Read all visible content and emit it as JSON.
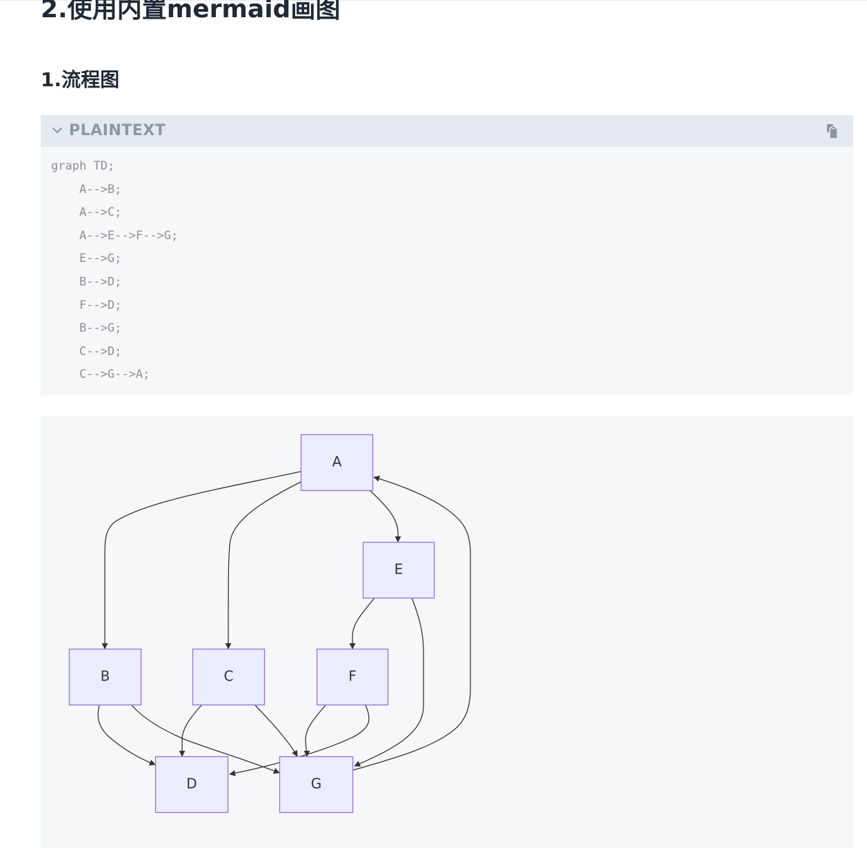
{
  "h2_title": "2.使用内置mermaid画图",
  "h3_title": "1.流程图",
  "code_block": {
    "language_label": "PLAINTEXT",
    "chevron_icon": "chevron-down-icon",
    "copy_icon": "clipboard-copy-icon",
    "lines": [
      "graph TD;",
      "    A-->B;",
      "    A-->C;",
      "    A-->E-->F-->G;",
      "    E-->G;",
      "    B-->D;",
      "    F-->D;",
      "    B-->G;",
      "    C-->D;",
      "    C-->G-->A;"
    ]
  },
  "diagram": {
    "nodes": [
      {
        "id": "A",
        "label": "A"
      },
      {
        "id": "B",
        "label": "B"
      },
      {
        "id": "C",
        "label": "C"
      },
      {
        "id": "E",
        "label": "E"
      },
      {
        "id": "F",
        "label": "F"
      },
      {
        "id": "D",
        "label": "D"
      },
      {
        "id": "G",
        "label": "G"
      }
    ],
    "edges": [
      {
        "from": "A",
        "to": "B"
      },
      {
        "from": "A",
        "to": "C"
      },
      {
        "from": "A",
        "to": "E"
      },
      {
        "from": "E",
        "to": "F"
      },
      {
        "from": "F",
        "to": "G"
      },
      {
        "from": "E",
        "to": "G"
      },
      {
        "from": "B",
        "to": "D"
      },
      {
        "from": "F",
        "to": "D"
      },
      {
        "from": "B",
        "to": "G"
      },
      {
        "from": "C",
        "to": "D"
      },
      {
        "from": "C",
        "to": "G"
      },
      {
        "from": "G",
        "to": "A"
      }
    ],
    "colors": {
      "node_fill": "#ececff",
      "node_stroke": "#9370db",
      "edge": "#333333"
    }
  }
}
